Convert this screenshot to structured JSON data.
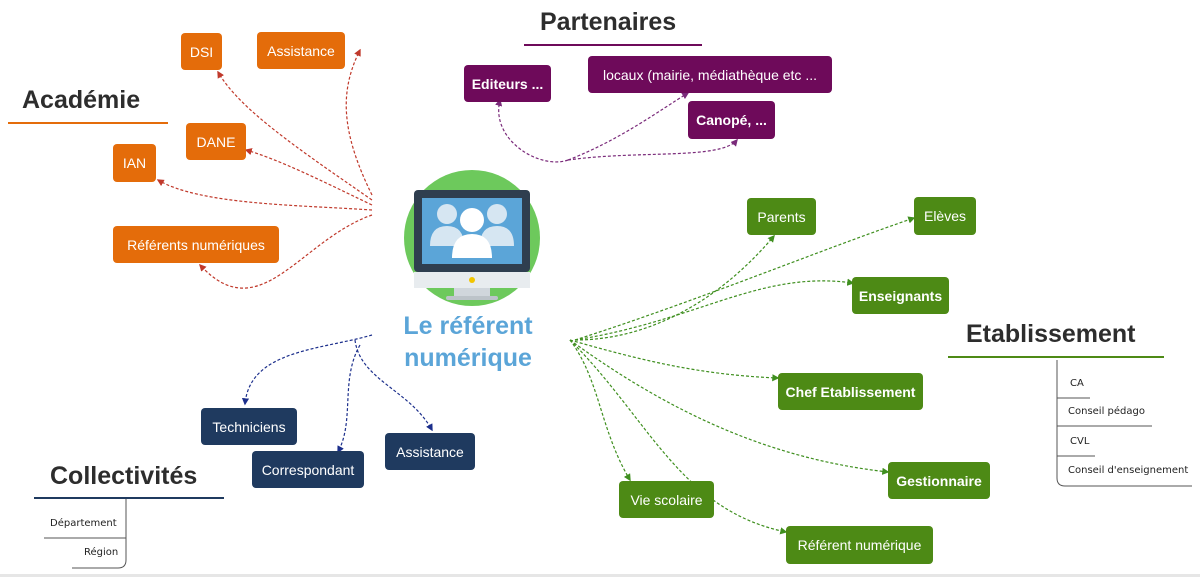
{
  "center": {
    "line1": "Le référent",
    "line2": "numérique"
  },
  "sections": {
    "partenaires": "Partenaires",
    "academie": "Académie",
    "etablissement": "Etablissement",
    "collectivites": "Collectivités"
  },
  "academie_nodes": {
    "dsi": "DSI",
    "assistance": "Assistance",
    "dane": "DANE",
    "ian": "IAN",
    "referents": "Référents numériques"
  },
  "partenaires_nodes": {
    "editeurs": "Editeurs ...",
    "locaux": "locaux (mairie, médiathèque etc ...",
    "canope": "Canopé, ..."
  },
  "etablissement_nodes": {
    "parents": "Parents",
    "eleves": "Elèves",
    "enseignants": "Enseignants",
    "chef": "Chef Etablissement",
    "gestionnaire": "Gestionnaire",
    "vie_scolaire": "Vie scolaire",
    "referent": "Référent numérique"
  },
  "etablissement_list": [
    "CA",
    "Conseil pédago",
    "CVL",
    "Conseil d'enseignement"
  ],
  "collectivites_nodes": {
    "techniciens": "Techniciens",
    "correspondant": "Correspondant",
    "assistance": "Assistance"
  },
  "collectivites_list": [
    "Département",
    "Région"
  ],
  "colors": {
    "academie": "#e46c0a",
    "partenaires": "#6e0a5a",
    "etablissement": "#4d8a15",
    "collectivites": "#1f3a5f",
    "center_text": "#5ba5d8",
    "icon_circle": "#6dc95c"
  }
}
